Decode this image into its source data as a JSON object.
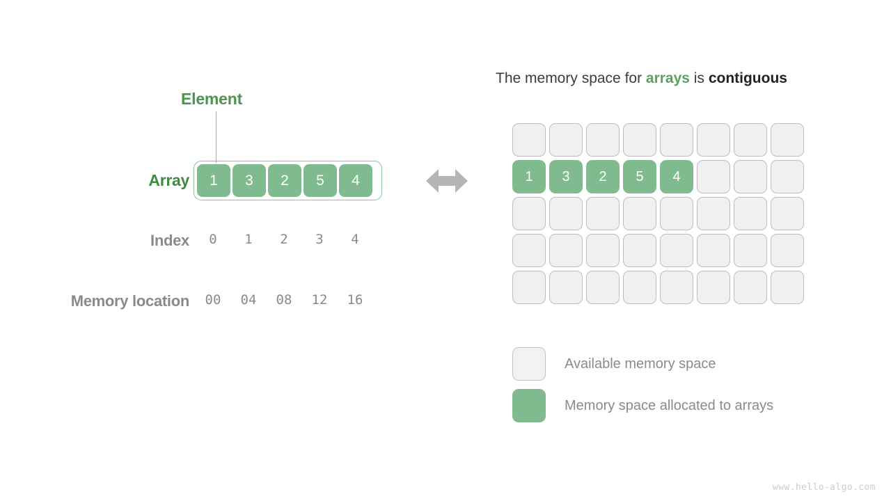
{
  "diagram": {
    "title_watermark": "www.hello-algo.com"
  },
  "left": {
    "element_label": "Element",
    "array_label": "Array",
    "index_label": "Index",
    "memory_label": "Memory location",
    "array_values": [
      "1",
      "3",
      "2",
      "5",
      "4"
    ],
    "index_values": [
      "0",
      "1",
      "2",
      "3",
      "4"
    ],
    "memory_values": [
      "00",
      "04",
      "08",
      "12",
      "16"
    ],
    "arrow_icon": "double-headed-arrow-icon"
  },
  "right": {
    "title_parts": {
      "part1": "The memory space for ",
      "accent": "arrays",
      "part2": " is ",
      "strong": "contiguous"
    },
    "grid": {
      "columns": 8,
      "rows": 5,
      "cells": [
        [
          "",
          "",
          "",
          "",
          "",
          "",
          "",
          ""
        ],
        [
          "1",
          "3",
          "2",
          "5",
          "4",
          "",
          "",
          ""
        ],
        [
          "",
          "",
          "",
          "",
          "",
          "",
          "",
          ""
        ],
        [
          "",
          "",
          "",
          "",
          "",
          "",
          "",
          ""
        ],
        [
          "",
          "",
          "",
          "",
          "",
          "",
          "",
          ""
        ]
      ]
    },
    "legend": [
      {
        "swatch": "empty",
        "label": "Available memory space"
      },
      {
        "swatch": "filled",
        "label": "Memory space allocated to arrays"
      }
    ]
  },
  "colors": {
    "green_fill": "#7fbb8e",
    "green_text": "#4e9350",
    "green_accent": "#5aa05f",
    "grey_text": "#8a8a8a",
    "empty_cell": "#f0f0f0",
    "empty_border": "#bdbdbd",
    "arrow": "#b5b5b5",
    "background": "#ffffff"
  }
}
